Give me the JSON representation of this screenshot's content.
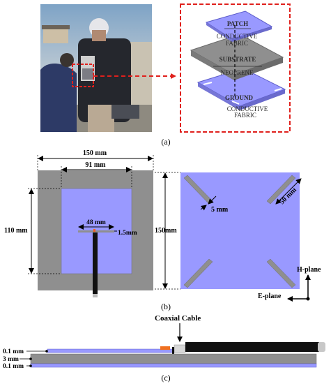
{
  "panel_a": {
    "caption": "(a)",
    "layers": {
      "patch_title": "PATCH",
      "patch_material_line1": "CONDUCTIVE",
      "patch_material_line2": "FABRIC",
      "substrate_title": "SUBSTRATE",
      "substrate_material": "NEOPRENE",
      "ground_title": "GROUND",
      "ground_material_line1": "CONDUCTIVE",
      "ground_material_line2": "FABRIC"
    }
  },
  "panel_b": {
    "caption": "(b)",
    "dim_width_outer": "150 mm",
    "dim_width_patch": "91 mm",
    "dim_height_patch": "110 mm",
    "dim_height_outer": "150mm",
    "dim_feed_width": "48 mm",
    "dim_feed_thickness": "1.5mm",
    "dim_slot_width": "5 mm",
    "dim_slot_length": "50 mm",
    "axis_h": "H-plane",
    "axis_e": "E-plane"
  },
  "panel_c": {
    "caption": "(c)",
    "coax_label": "Coaxial Cable",
    "thickness_top": "0.1 mm",
    "thickness_mid": "3 mm",
    "thickness_bot": "0.1 mm"
  },
  "colors": {
    "substrate_gray": "#8f8f8f",
    "fabric_blue": "#9999ff",
    "frame_red": "#e0201c"
  }
}
